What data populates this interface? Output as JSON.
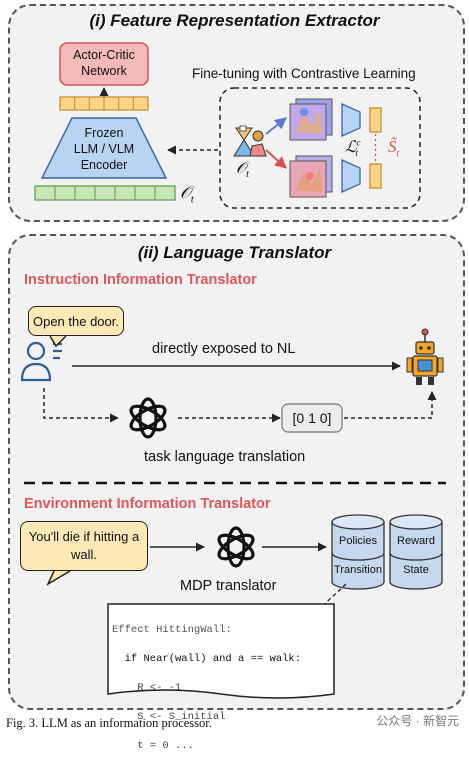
{
  "panel1": {
    "title": "(i) Feature Representation Extractor",
    "actor_critic": "Actor-Critic\nNetwork",
    "encoder": "Frozen\nLLM / VLM\nEncoder",
    "obs_symbol": "𝒪",
    "obs_sub": "t",
    "finetune_label": "Fine-tuning with Contrastive Learning",
    "loss_symbol": "ℒ",
    "loss_sup": "c",
    "loss_sub": "t",
    "state_symbol": "S̃",
    "state_sub": "t",
    "obs2_symbol": "𝒪",
    "obs2_sub": "t"
  },
  "panel2": {
    "title": "(ii) Language Translator",
    "instruction_heading": "Instruction Information Translator",
    "speech1": "Open the door.",
    "direct_label": "directly exposed to NL",
    "vector": "[0 1 0]",
    "task_label": "task language translation",
    "env_heading": "Environment Information Translator",
    "speech2": "You'll die if hitting a wall.",
    "mdp_label": "MDP translator",
    "db_labels": [
      "Policies",
      "Reward",
      "Transition",
      "State"
    ],
    "code_lines": [
      "Effect HittingWall:",
      "  if Near(wall) and a == walk:",
      "    R <- -1",
      "    S <- S_initial",
      "    t = 0 ..."
    ]
  },
  "caption": "Fig. 3.  LLM as an information processor.",
  "watermark": "公众号 · 新智元"
}
